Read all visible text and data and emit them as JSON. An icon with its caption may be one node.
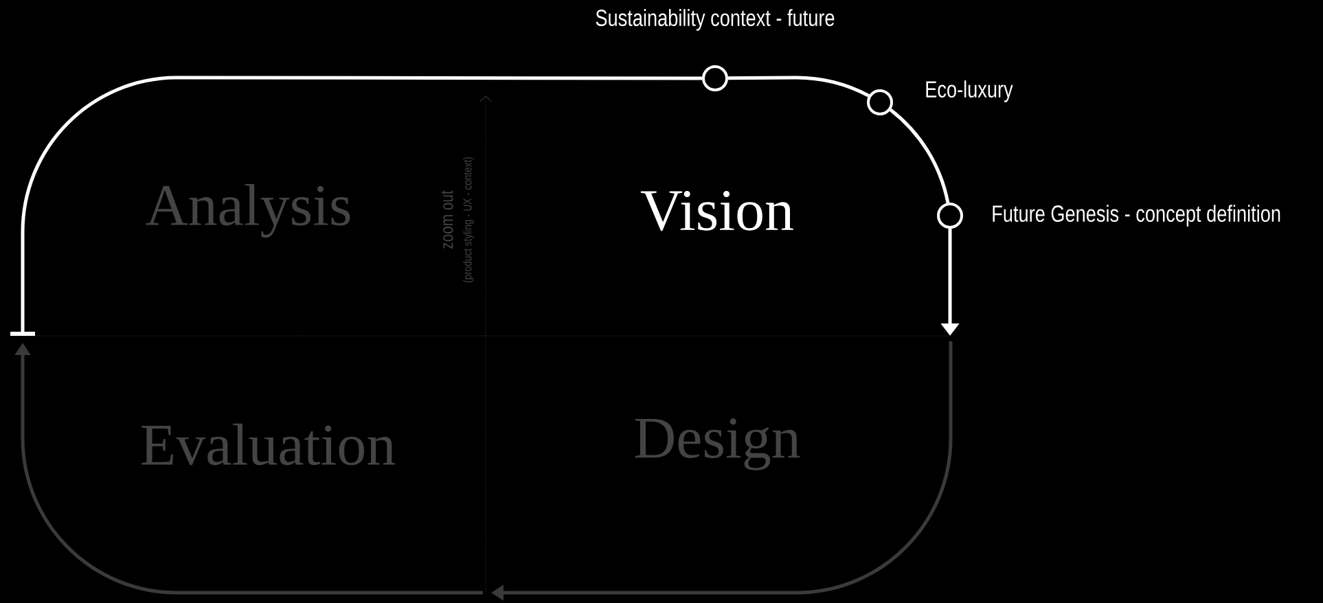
{
  "diagram": {
    "nodes": [
      {
        "text": [],
        "shape": "circle",
        "beside": [
          "Sustainability context - future"
        ]
      },
      {
        "text": [],
        "shape": "circle",
        "beside": [
          "Eco-luxury"
        ]
      },
      {
        "text": [],
        "shape": "circle",
        "beside": [
          "Future Genesis - concept definition"
        ]
      }
    ],
    "edges": [
      {
        "from": null,
        "to": 0,
        "arrow": "other"
      },
      {
        "from": 0,
        "to": 1,
        "arrow": "none"
      },
      {
        "from": 1,
        "to": 2,
        "arrow": "none"
      },
      {
        "from": 2,
        "to": null,
        "arrow": "to"
      }
    ],
    "labels": [
      "Analysis",
      "zoom out",
      "(product styling - UX - context)",
      "Vision",
      "Evaluation",
      "Design"
    ]
  }
}
